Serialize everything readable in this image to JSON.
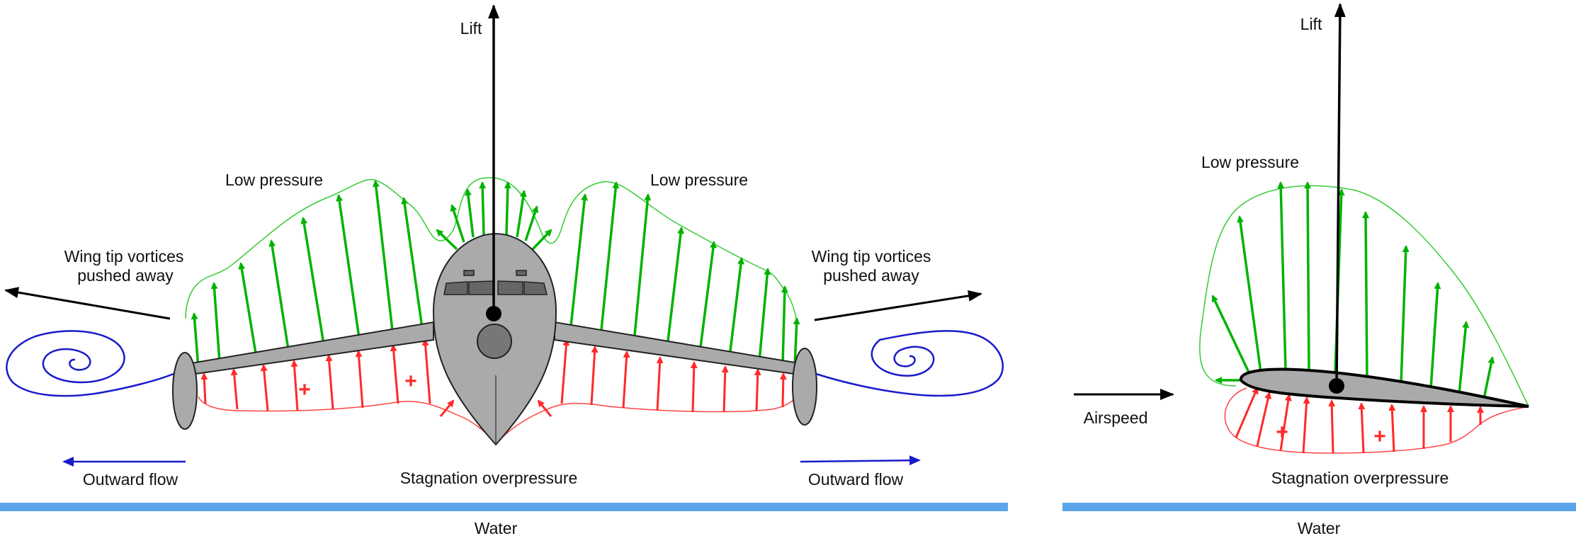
{
  "front_view": {
    "lift_label": "Lift",
    "low_pressure_left": "Low pressure",
    "low_pressure_right": "Low pressure",
    "vortex_left_line1": "Wing tip vortices",
    "vortex_left_line2": "pushed away",
    "vortex_right_line1": "Wing tip vortices",
    "vortex_right_line2": "pushed away",
    "outward_flow_left": "Outward flow",
    "outward_flow_right": "Outward flow",
    "stagnation_label": "Stagnation overpressure",
    "water_label": "Water",
    "plus_sign_1": "+",
    "plus_sign_2": "+"
  },
  "side_view": {
    "lift_label": "Lift",
    "low_pressure": "Low pressure",
    "airspeed_label": "Airspeed",
    "stagnation_label": "Stagnation overpressure",
    "water_label": "Water",
    "plus_sign_1": "+",
    "plus_sign_2": "+"
  },
  "colors": {
    "low_pressure_arrows": "#00b300",
    "high_pressure_arrows": "#ff2a2a",
    "vortex_and_flow": "#1a1acc",
    "water": "#5aa5ec",
    "aircraft_fill": "#aaaaaa",
    "lift_vector": "#000000"
  }
}
